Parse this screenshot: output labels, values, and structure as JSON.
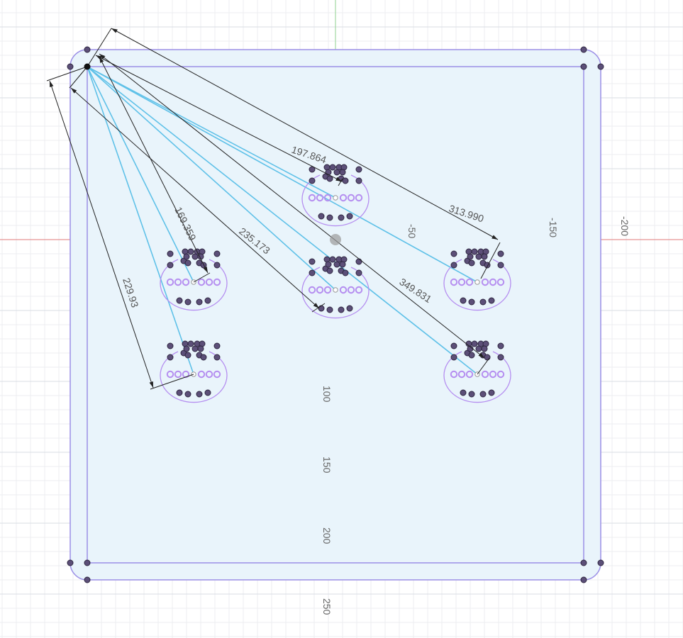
{
  "colors": {
    "background": "#ffffff",
    "grid_minor": "#eceef1",
    "grid_major": "#d9dde3",
    "axis_x": "#e07a7a",
    "axis_y": "#8fd18f",
    "plate_fill": "#e9f4fb",
    "plate_stroke": "#9b8ee6",
    "construction": "#5fc1e8",
    "dimension": "#222222",
    "hole_dark": "#5c4f78",
    "hole_light": "#b58ef0",
    "origin": "#9a9a9a"
  },
  "axis_labels": {
    "x": [
      "-50",
      "-150",
      "-200"
    ],
    "y": [
      "100",
      "150",
      "200",
      "250"
    ]
  },
  "dimensions": [
    "197.864",
    "313.990",
    "169.359",
    "235.173",
    "349.831",
    "229.93"
  ],
  "icons": {
    "origin": "origin-icon",
    "sketch_point": "sketch-point-icon"
  }
}
